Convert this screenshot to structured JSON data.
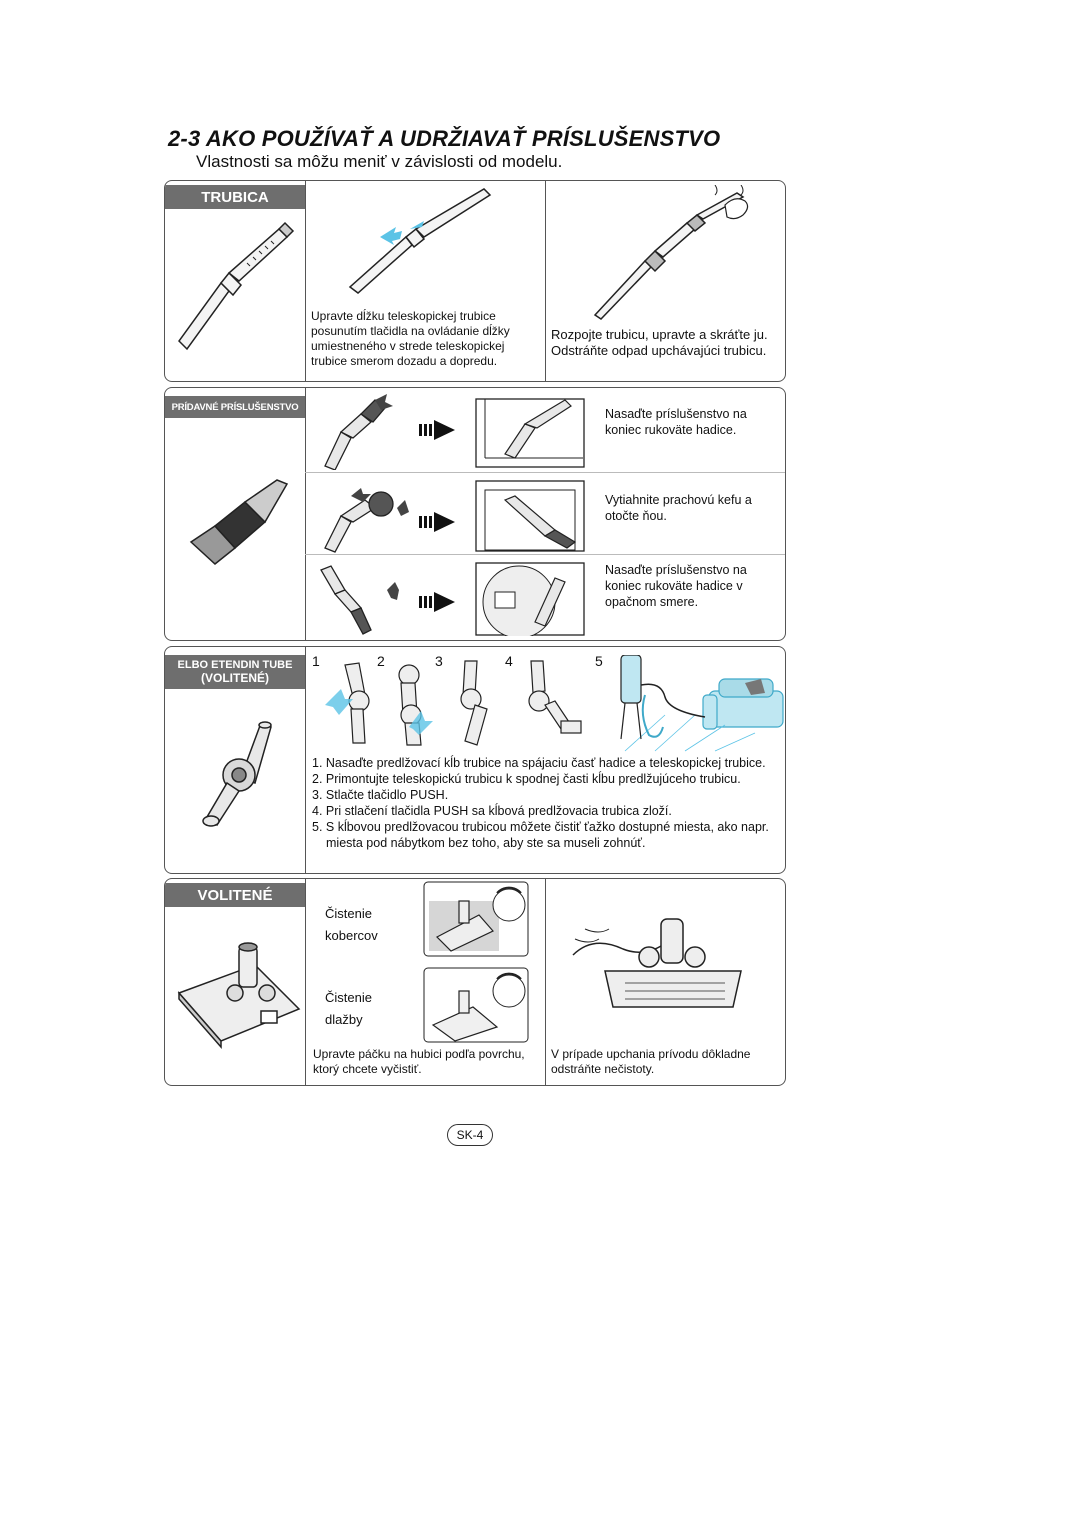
{
  "heading": {
    "title": "2-3 AKO POUŽÍVAŤ A UDRŽIAVAŤ PRÍSLUŠENSTVO",
    "subtitle": "Vlastnosti sa môžu meniť v závislosti od modelu."
  },
  "trubica": {
    "header": "TRUBICA",
    "text1": "Upravte dĺžku teleskopickej trubice posunutím tlačidla na ovládanie dĺžky umiestneného v strede teleskopickej trubice smerom dozadu a dopredu.",
    "text2": "Rozpojte trubicu, upravte a skráťte ju. Odstráňte odpad upchávajúci trubicu."
  },
  "pridavne": {
    "header": "PRÍDAVNÉ PRÍSLUŠENSTVO",
    "row1": "Nasaďte príslušenstvo na koniec rukoväte hadice.",
    "row2": "Vytiahnite prachovú kefu a otočte ňou.",
    "row3": "Nasaďte príslušenstvo na koniec rukoväte hadice v opačnom smere."
  },
  "elbo": {
    "header1": "ELBO ETENDIN TUBE",
    "header2": "(VOLITENÉ)",
    "step_numbers": [
      "1",
      "2",
      "3",
      "4",
      "5"
    ],
    "steps": [
      "1. Nasaďte predlžovací kĺb trubice na spájaciu časť hadice a teleskopickej trubice.",
      "2. Primontujte teleskopickú trubicu k spodnej časti kĺbu predlžujúceho trubicu.",
      "3. Stlačte tlačidlo PUSH.",
      "4. Pri stlačení tlačidla PUSH sa kĺbová predlžovacia trubica zloží.",
      "5. S kĺbovou predlžovacou trubicou môžete čistiť ťažko dostupné miesta, ako napr. miesta pod nábytkom bez toho, aby ste sa museli zohnúť."
    ]
  },
  "volitene": {
    "header": "VOLITENÉ",
    "carpet_label": "Čistenie kobercov",
    "floor_label": "Čistenie dlažby",
    "text1": "Upravte páčku na hubici podľa povrchu, ktorý chcete vyčistiť.",
    "text2": "V prípade upchania prívodu dôkladne odstráňte nečistoty."
  },
  "page_number": "SK-4",
  "colors": {
    "header_bg": "#6e6e6e",
    "border": "#555555",
    "accent_blue": "#5bc3e6"
  }
}
